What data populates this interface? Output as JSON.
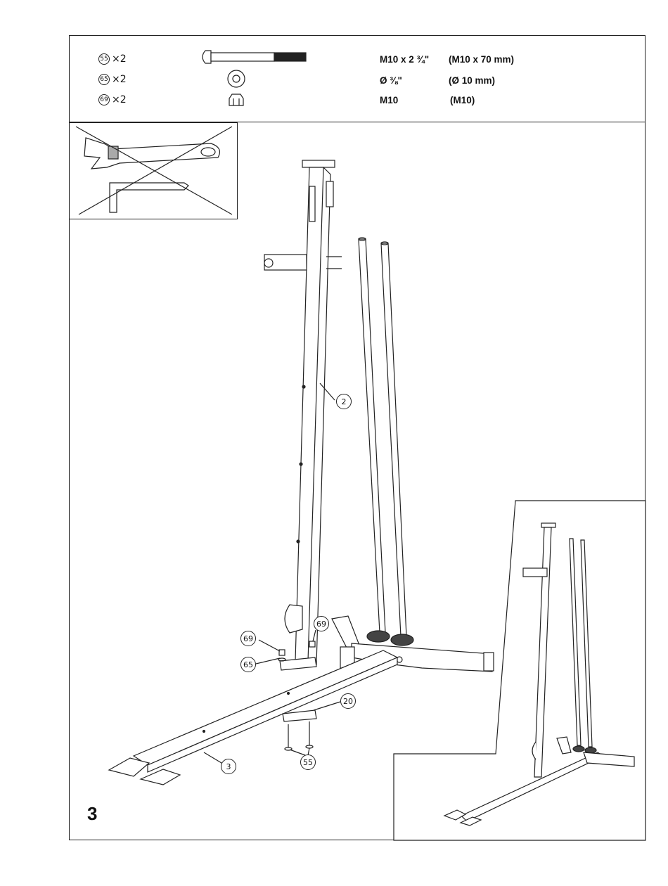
{
  "hardware": [
    {
      "part": "55",
      "qty": "×2",
      "icon": "carriage-bolt-icon",
      "spec_imperial": "M10 x 2 ¾\"",
      "spec_metric": "(M10 x 70 mm)"
    },
    {
      "part": "65",
      "qty": "×2",
      "icon": "washer-icon",
      "spec_imperial": "Ø ⅜\"",
      "spec_metric": "(Ø 10 mm)"
    },
    {
      "part": "69",
      "qty": "×2",
      "icon": "nut-icon",
      "spec_imperial": "M10",
      "spec_metric": "(M10)"
    }
  ],
  "tools": [
    "adjustable-wrench-icon",
    "allen-key-icon"
  ],
  "callouts": {
    "c2": "2",
    "c3": "3",
    "c20": "20",
    "c55": "55",
    "c65": "65",
    "c69a": "69",
    "c69b": "69"
  },
  "step_number": "3"
}
